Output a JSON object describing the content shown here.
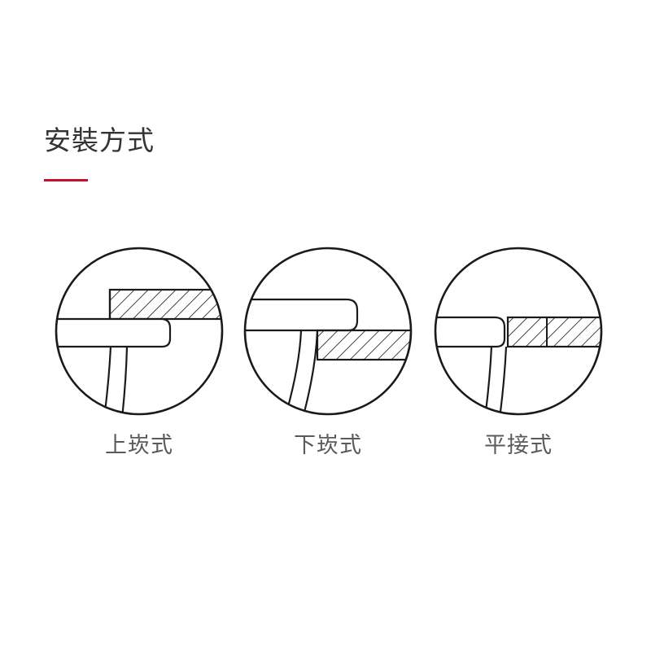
{
  "header": {
    "title": "安裝方式",
    "accent_color": "#c8102e"
  },
  "diagrams": [
    {
      "label": "上崁式"
    },
    {
      "label": "下崁式"
    },
    {
      "label": "平接式"
    }
  ],
  "colors": {
    "line": "#1a1a1a",
    "text": "#5a5a5a"
  }
}
